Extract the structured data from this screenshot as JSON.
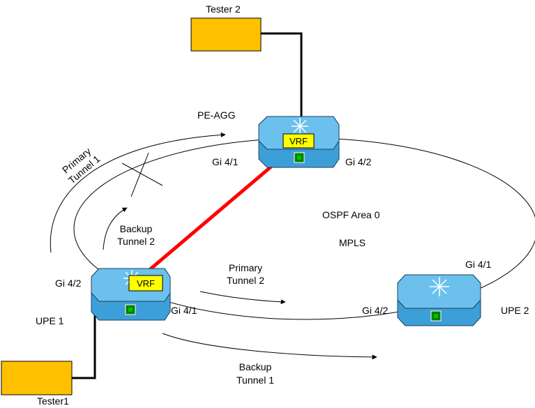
{
  "devices": {
    "pe_agg": {
      "name": "PE-AGG",
      "vrf": "VRF",
      "port_left": "Gi 4/1",
      "port_right": "Gi 4/2"
    },
    "upe1": {
      "name": "UPE 1",
      "vrf": "VRF",
      "port_left": "Gi 4/2",
      "port_right": "Gi 4/1"
    },
    "upe2": {
      "name": "UPE 2",
      "port_left": "Gi 4/2",
      "port_top": "Gi 4/1"
    }
  },
  "testers": {
    "tester2": "Tester 2",
    "tester1": "Tester1"
  },
  "tunnels": {
    "primary1": [
      "Primary",
      "Tunnel 1"
    ],
    "backup2": [
      "Backup",
      "Tunnel 2"
    ],
    "primary2": [
      "Primary",
      "Tunnel 2"
    ],
    "backup1": [
      "Backup",
      "Tunnel 1"
    ]
  },
  "network": {
    "area": "OSPF Area 0",
    "protocol": "MPLS"
  },
  "colors": {
    "tester_fill": "#ffc000",
    "router_body": "#3d9fd8",
    "router_top": "#6cc0ee",
    "vrf_fill": "#ffff00",
    "vrf_link": "#ff0000",
    "line": "#000000"
  }
}
